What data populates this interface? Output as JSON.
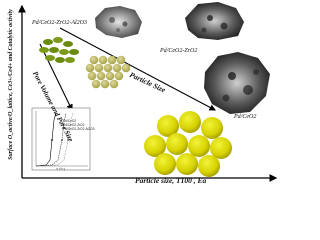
{
  "axes": {
    "y_label": "Surface O_active/O_lattice, Ce3+/Ce4+ and Catalytic activity",
    "x_label": "Particle size, T100 , Ea"
  },
  "labels": {
    "top_left": "Pd/CeO2-ZrO2-Al2O3",
    "middle": "Pd/CeO2-ZrO2",
    "bottom_right": "Pd/CeO2",
    "pore_arrow": "Pore Volume and Pore Size",
    "size_arrow": "Particle Size"
  },
  "inset": {
    "legend": [
      "Pd/CeO2",
      "Pd/CeO2-ZrO2",
      "Pd/CeO2-ZrO2-Al2O3"
    ],
    "x_axis_label": "T (°C)"
  },
  "colors": {
    "particle_fill": "#d8d800",
    "particle_small": "#6a8a10",
    "particle_mid": "#bcb84a",
    "arrow": "#000000"
  }
}
